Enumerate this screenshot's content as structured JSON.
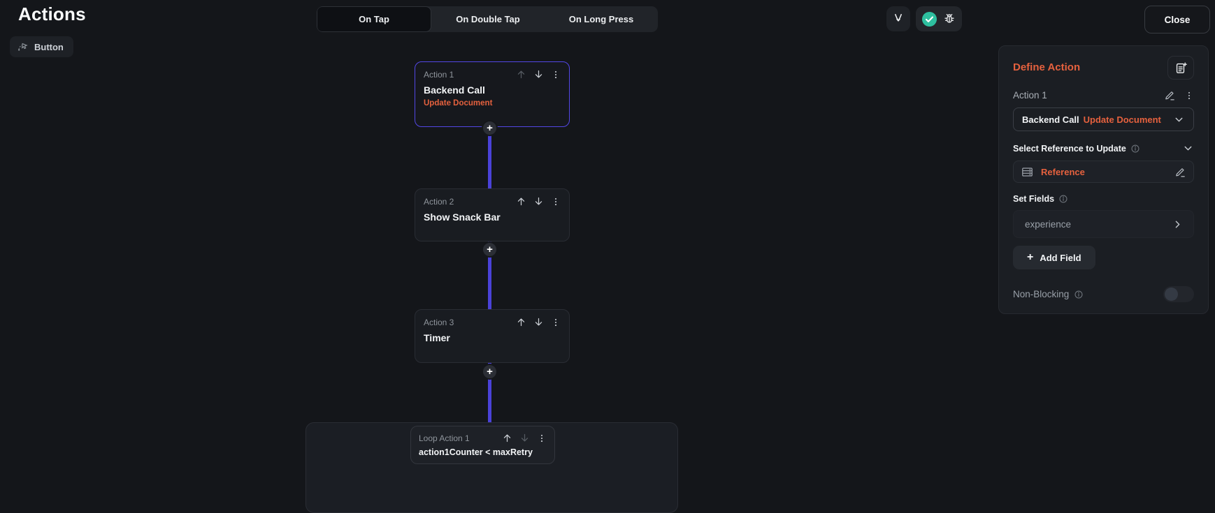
{
  "app": {
    "title": "Actions"
  },
  "colors": {
    "background": "#14161a",
    "accent_orange": "#e5613e",
    "connector_indigo": "#4a42d8",
    "selected_border": "#5347e6",
    "success_teal": "#2ebf9f"
  },
  "header": {
    "tabs": [
      {
        "label": "On Tap",
        "selected": true
      },
      {
        "label": "On Double Tap",
        "selected": false
      },
      {
        "label": "On Long Press",
        "selected": false
      }
    ],
    "icons": [
      "gesture-flow-icon",
      "check-circle-icon",
      "bug-icon"
    ],
    "close_label": "Close"
  },
  "trigger_chip": {
    "label": "Button",
    "icon": "tap-gesture-icon"
  },
  "canvas": {
    "plus_symbol": "+",
    "actions": [
      {
        "label": "Action 1",
        "title": "Backend Call",
        "subtitle": "Update Document",
        "selected": true,
        "up_enabled": false,
        "down_enabled": true
      },
      {
        "label": "Action 2",
        "title": "Show Snack Bar",
        "selected": false,
        "up_enabled": true,
        "down_enabled": true
      },
      {
        "label": "Action 3",
        "title": "Timer",
        "selected": false,
        "up_enabled": true,
        "down_enabled": true
      },
      {
        "label": "Loop Action 1",
        "title": "action1Counter < maxRetry",
        "selected": false,
        "up_enabled": true,
        "down_enabled": false,
        "loop": true
      }
    ]
  },
  "panel": {
    "title": "Define Action",
    "add_action_icon": "document-add-icon",
    "action_label": "Action 1",
    "action_type": "Backend Call",
    "action_subtype": "Update Document",
    "reference": {
      "label": "Select Reference to Update",
      "value": "Reference",
      "icon": "table-icon"
    },
    "set_fields": {
      "label": "Set Fields",
      "fields": [
        {
          "name": "experience"
        }
      ],
      "plus_symbol": "+",
      "add_label": "Add Field"
    },
    "non_blocking": {
      "label": "Non-Blocking",
      "enabled": false
    }
  }
}
